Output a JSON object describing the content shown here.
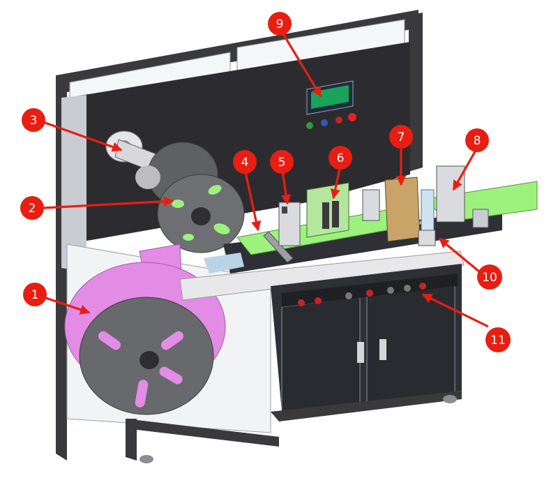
{
  "colors": {
    "frame": "#3a3a3c",
    "frame_light": "#d9dde3",
    "panel": "#2c2c30",
    "cabinet": "#2f3036",
    "steel": "#6d6f73",
    "pink": "#e38ce6",
    "green": "#9cf27d",
    "deck": "#e8e8ea",
    "callout": "#e81e12",
    "screen": "#1aa35a"
  },
  "callouts": [
    {
      "label": "1",
      "name": "material-unwind-reel"
    },
    {
      "label": "2",
      "name": "liner-rewind-reel"
    },
    {
      "label": "3",
      "name": "upper-unwind-roll"
    },
    {
      "label": "4",
      "name": "feed-roller"
    },
    {
      "label": "5",
      "name": "pressing-station"
    },
    {
      "label": "6",
      "name": "cutting-station"
    },
    {
      "label": "7",
      "name": "label-station"
    },
    {
      "label": "8",
      "name": "output-station"
    },
    {
      "label": "9",
      "name": "control-screen"
    },
    {
      "label": "10",
      "name": "sensor-station"
    },
    {
      "label": "11",
      "name": "control-panel"
    }
  ]
}
